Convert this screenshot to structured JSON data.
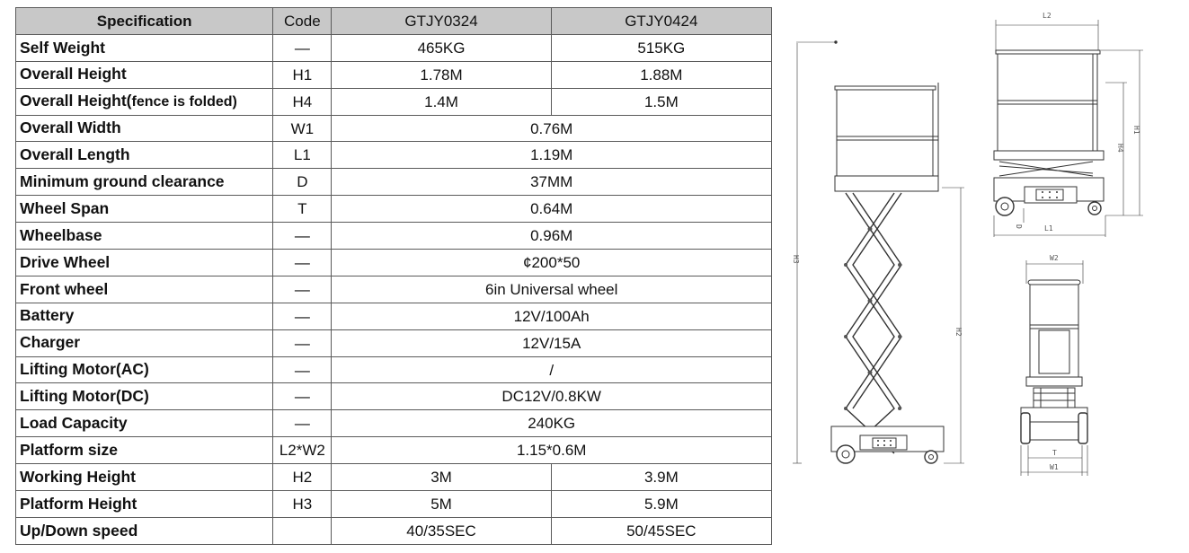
{
  "table": {
    "headers": [
      "Specification",
      "Code",
      "GTJY0324",
      "GTJY0424"
    ],
    "rows": [
      {
        "spec": "Self Weight",
        "code": "—",
        "m1": "465KG",
        "m2": "515KG"
      },
      {
        "spec": "Overall Height",
        "code": "H1",
        "m1": "1.78M",
        "m2": "1.88M"
      },
      {
        "spec": "Overall Height(",
        "spec_note": "fence is folded)",
        "code": "H4",
        "m1": "1.4M",
        "m2": "1.5M"
      },
      {
        "spec": "Overall Width",
        "code": "W1",
        "shared": "0.76M"
      },
      {
        "spec": "Overall Length",
        "code": "L1",
        "shared": "1.19M"
      },
      {
        "spec": "Minimum ground clearance",
        "code": "D",
        "shared": "37MM"
      },
      {
        "spec": "Wheel Span",
        "code": "T",
        "shared": "0.64M"
      },
      {
        "spec": "Wheelbase",
        "code": "—",
        "shared": "0.96M"
      },
      {
        "spec": "Drive Wheel",
        "code": "—",
        "shared": "¢200*50"
      },
      {
        "spec": "Front wheel",
        "code": "—",
        "shared": "6in Universal wheel"
      },
      {
        "spec": "Battery",
        "code": "—",
        "shared": "12V/100Ah"
      },
      {
        "spec": "Charger",
        "code": "—",
        "shared": "12V/15A"
      },
      {
        "spec": "Lifting Motor(AC)",
        "code": "—",
        "shared": "/"
      },
      {
        "spec": "Lifting Motor(DC)",
        "code": "—",
        "shared": "DC12V/0.8KW"
      },
      {
        "spec": "Load Capacity",
        "code": "—",
        "shared": "240KG"
      },
      {
        "spec": "Platform size",
        "code": "L2*W2",
        "shared": "1.15*0.6M"
      },
      {
        "spec": "Working Height",
        "code": "H2",
        "m1": "3M",
        "m2": "3.9M"
      },
      {
        "spec": "Platform Height",
        "code": "H3",
        "m1": "5M",
        "m2": "5.9M"
      },
      {
        "spec": "Up/Down speed",
        "code": "",
        "m1": "40/35SEC",
        "m2": "50/45SEC"
      }
    ]
  },
  "drawings": {
    "side_extended": {
      "h3": "H3",
      "h2": "H2"
    },
    "side_folded": {
      "l2": "L2",
      "h1": "H1",
      "h4": "H4",
      "d": "D",
      "l1": "L1"
    },
    "front": {
      "w2": "W2",
      "t": "T",
      "w1": "W1"
    }
  }
}
